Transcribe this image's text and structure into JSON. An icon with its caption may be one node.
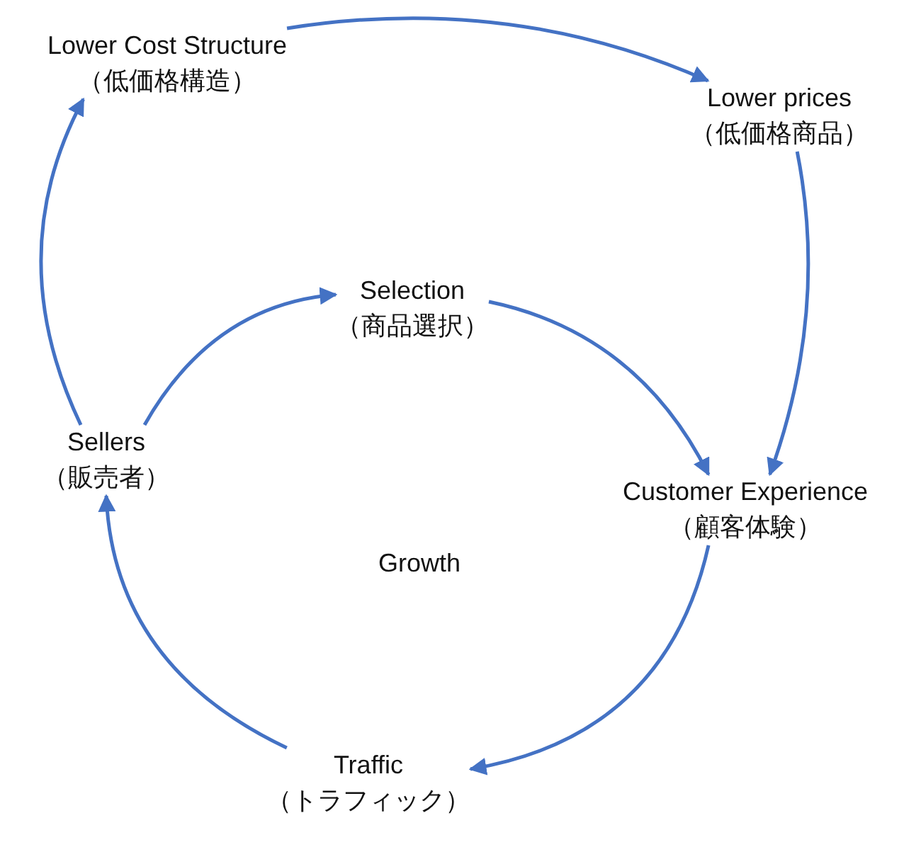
{
  "diagram": {
    "nodes": [
      {
        "text": [
          "Lower Cost Structure",
          "（低価格構造）"
        ]
      },
      {
        "text": [
          "Lower prices",
          "（低価格商品）"
        ]
      },
      {
        "text": [
          "Selection",
          "（商品選択）"
        ]
      },
      {
        "text": [
          "Sellers",
          "（販売者）"
        ]
      },
      {
        "text": [
          "Customer Experience",
          "（顧客体験）"
        ]
      },
      {
        "text": [
          "Traffic",
          "（トラフィック）"
        ]
      }
    ],
    "edges": [
      {
        "from": 0,
        "to": 1,
        "arrow": "to"
      },
      {
        "from": 1,
        "to": 4,
        "arrow": "to"
      },
      {
        "from": 2,
        "to": 4,
        "arrow": "to"
      },
      {
        "from": 4,
        "to": 5,
        "arrow": "to"
      },
      {
        "from": 5,
        "to": 3,
        "arrow": "to"
      },
      {
        "from": 3,
        "to": 0,
        "arrow": "to"
      },
      {
        "from": 3,
        "to": 2,
        "arrow": "to"
      }
    ],
    "labels": [
      "Growth"
    ]
  }
}
